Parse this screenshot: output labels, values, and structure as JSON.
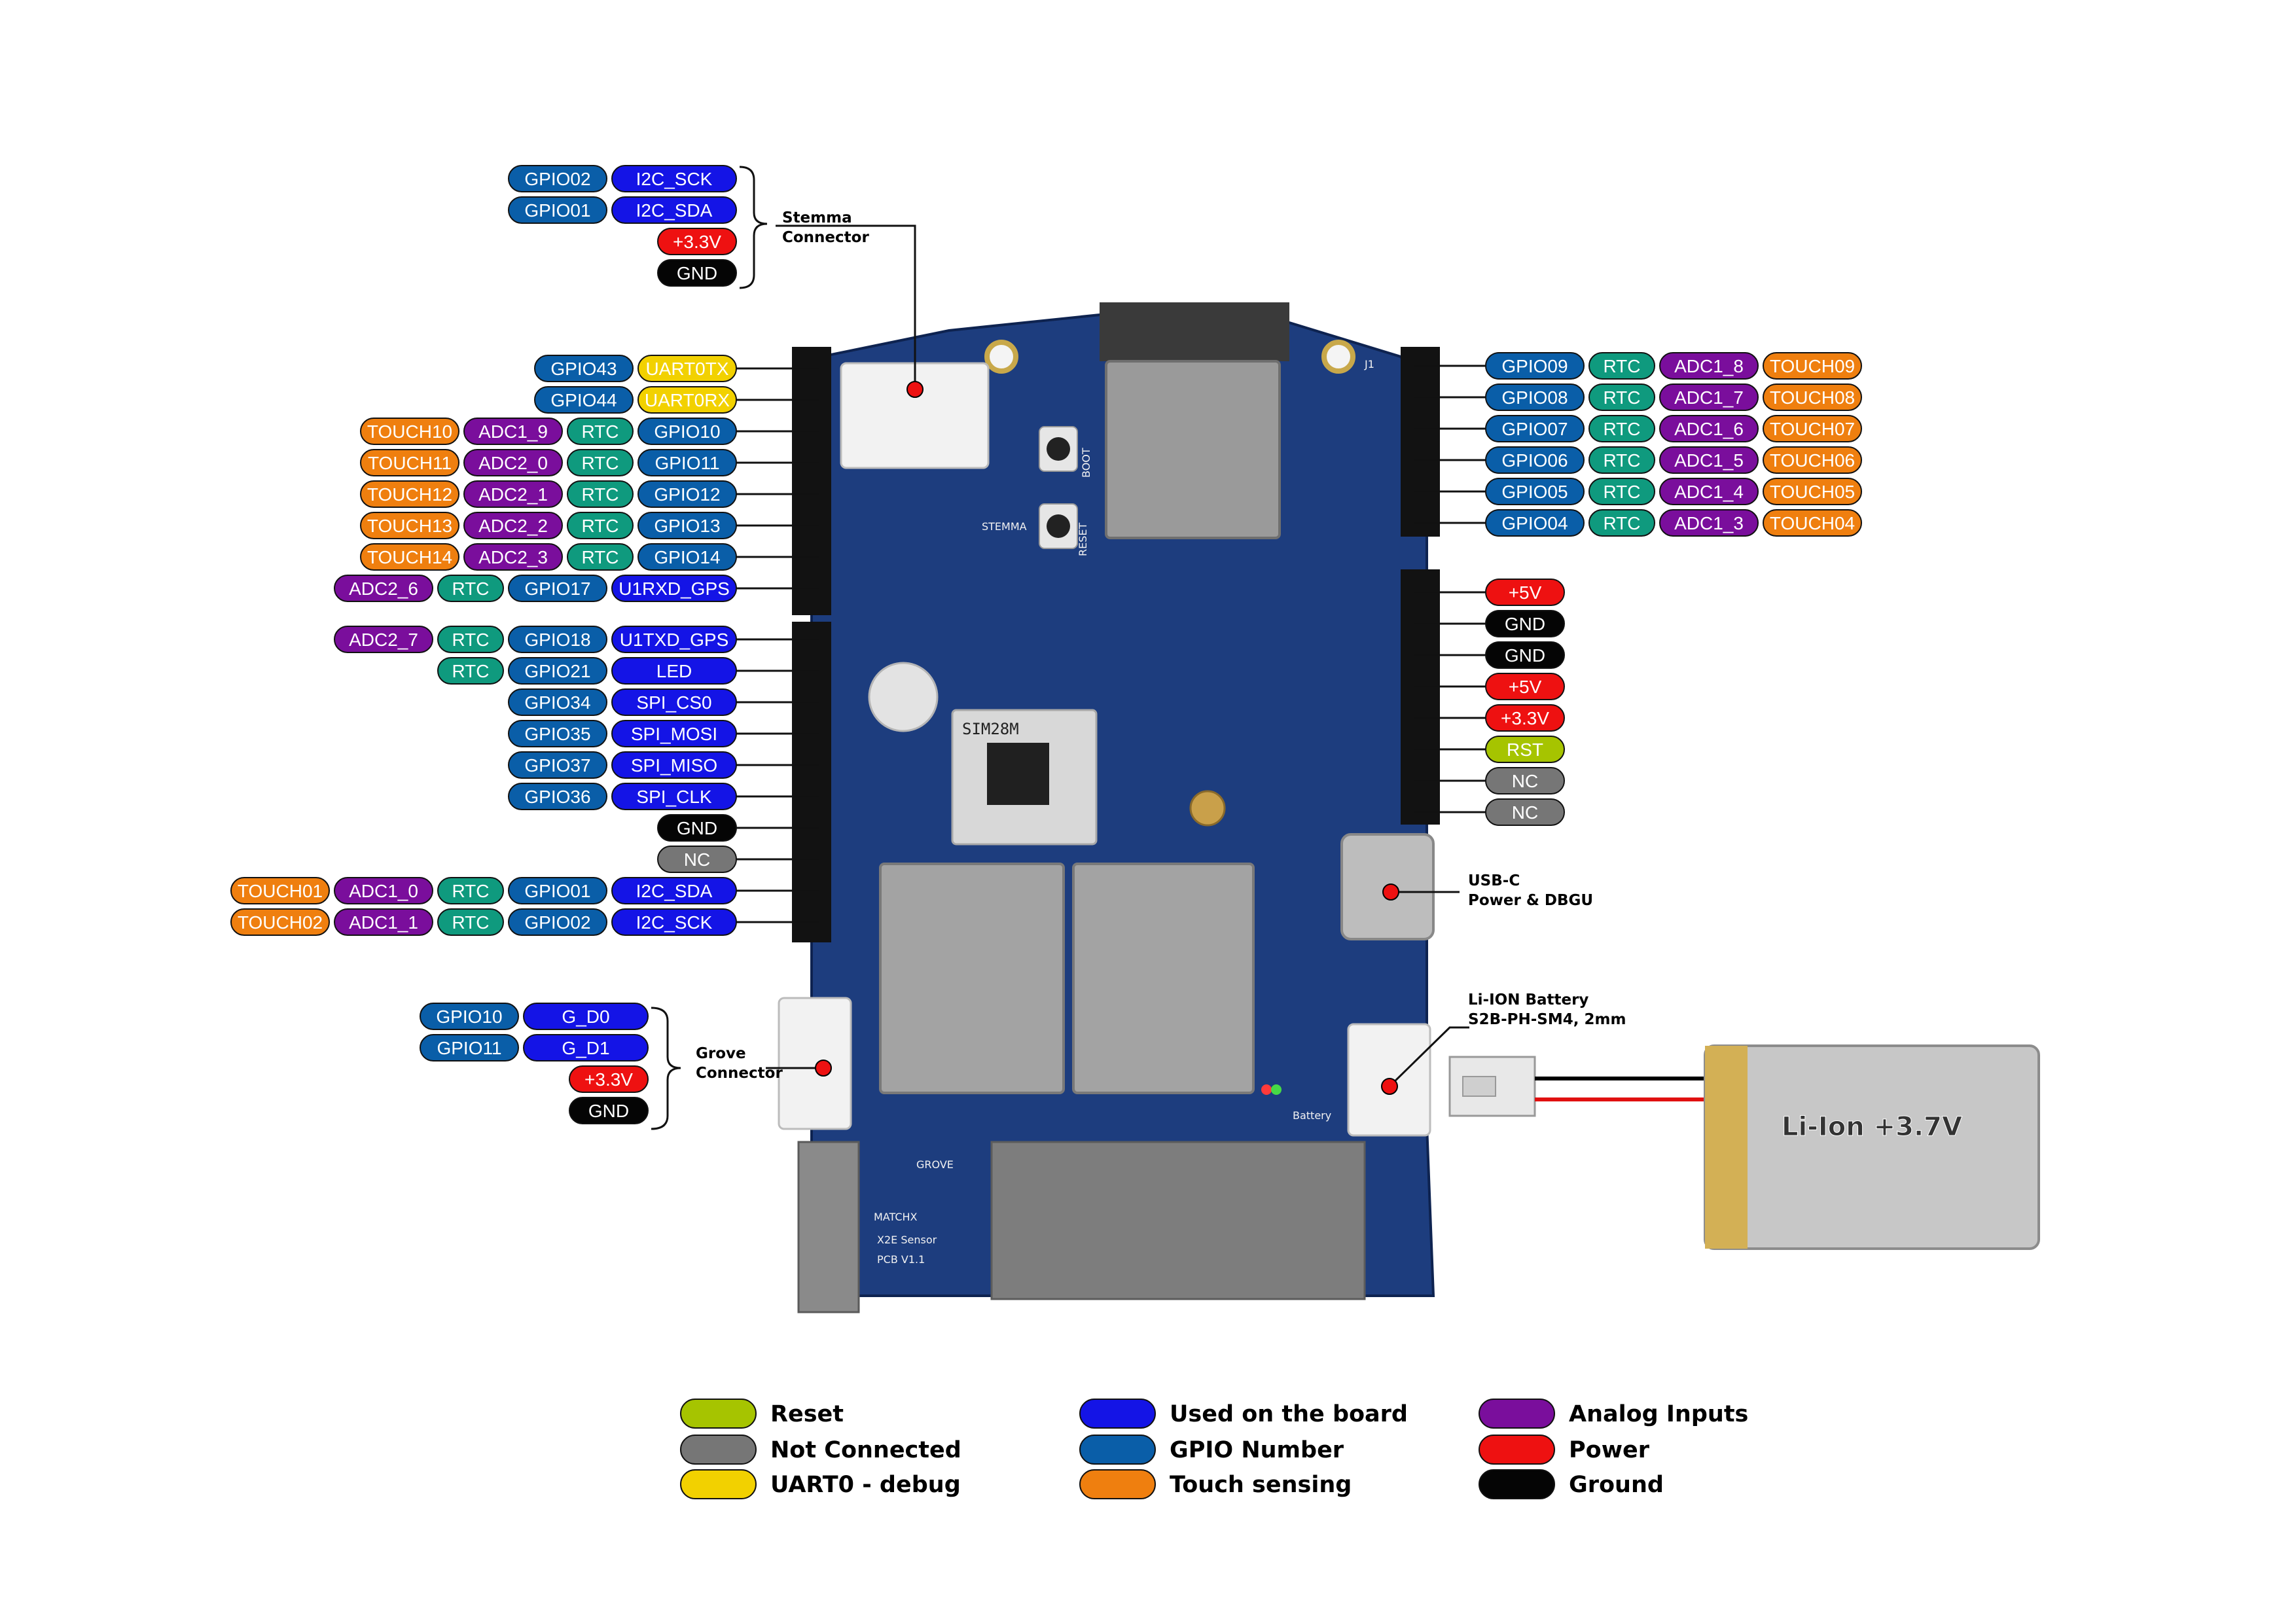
{
  "colors": {
    "blue_used": "#1414e6",
    "gpio": "#0a5ea8",
    "touch": "#ef7f0f",
    "analog": "#7a0e9c",
    "rtc": "#0f9a7e",
    "power": "#ee1111",
    "ground": "#050505",
    "reset": "#a6c400",
    "nc": "#767676",
    "uart": "#f2d100",
    "pcb": "#1d3d7e"
  },
  "left_header": [
    {
      "pills": [
        {
          "text": "GPIO43",
          "kind": "gpio"
        },
        {
          "text": "UART0TX",
          "kind": "uart"
        }
      ]
    },
    {
      "pills": [
        {
          "text": "GPIO44",
          "kind": "gpio"
        },
        {
          "text": "UART0RX",
          "kind": "uart"
        }
      ]
    },
    {
      "pills": [
        {
          "text": "TOUCH10",
          "kind": "touch"
        },
        {
          "text": "ADC1_9",
          "kind": "analog"
        },
        {
          "text": "RTC",
          "kind": "rtc"
        },
        {
          "text": "GPIO10",
          "kind": "gpio"
        }
      ]
    },
    {
      "pills": [
        {
          "text": "TOUCH11",
          "kind": "touch"
        },
        {
          "text": "ADC2_0",
          "kind": "analog"
        },
        {
          "text": "RTC",
          "kind": "rtc"
        },
        {
          "text": "GPIO11",
          "kind": "gpio"
        }
      ]
    },
    {
      "pills": [
        {
          "text": "TOUCH12",
          "kind": "touch"
        },
        {
          "text": "ADC2_1",
          "kind": "analog"
        },
        {
          "text": "RTC",
          "kind": "rtc"
        },
        {
          "text": "GPIO12",
          "kind": "gpio"
        }
      ]
    },
    {
      "pills": [
        {
          "text": "TOUCH13",
          "kind": "touch"
        },
        {
          "text": "ADC2_2",
          "kind": "analog"
        },
        {
          "text": "RTC",
          "kind": "rtc"
        },
        {
          "text": "GPIO13",
          "kind": "gpio"
        }
      ]
    },
    {
      "pills": [
        {
          "text": "TOUCH14",
          "kind": "touch"
        },
        {
          "text": "ADC2_3",
          "kind": "analog"
        },
        {
          "text": "RTC",
          "kind": "rtc"
        },
        {
          "text": "GPIO14",
          "kind": "gpio"
        }
      ]
    },
    {
      "pills": [
        {
          "text": "ADC2_6",
          "kind": "analog"
        },
        {
          "text": "RTC",
          "kind": "rtc"
        },
        {
          "text": "GPIO17",
          "kind": "gpio"
        },
        {
          "text": "U1RXD_GPS",
          "kind": "used"
        }
      ]
    },
    {
      "pills": [
        {
          "text": "ADC2_7",
          "kind": "analog"
        },
        {
          "text": "RTC",
          "kind": "rtc"
        },
        {
          "text": "GPIO18",
          "kind": "gpio"
        },
        {
          "text": "U1TXD_GPS",
          "kind": "used"
        }
      ]
    },
    {
      "pills": [
        {
          "text": "RTC",
          "kind": "rtc"
        },
        {
          "text": "GPIO21",
          "kind": "gpio"
        },
        {
          "text": "LED",
          "kind": "used"
        }
      ]
    },
    {
      "pills": [
        {
          "text": "GPIO34",
          "kind": "gpio"
        },
        {
          "text": "SPI_CS0",
          "kind": "used"
        }
      ]
    },
    {
      "pills": [
        {
          "text": "GPIO35",
          "kind": "gpio"
        },
        {
          "text": "SPI_MOSI",
          "kind": "used"
        }
      ]
    },
    {
      "pills": [
        {
          "text": "GPIO37",
          "kind": "gpio"
        },
        {
          "text": "SPI_MISO",
          "kind": "used"
        }
      ]
    },
    {
      "pills": [
        {
          "text": "GPIO36",
          "kind": "gpio"
        },
        {
          "text": "SPI_CLK",
          "kind": "used"
        }
      ]
    },
    {
      "pills": [
        {
          "text": "GND",
          "kind": "ground"
        }
      ]
    },
    {
      "pills": [
        {
          "text": "NC",
          "kind": "nc"
        }
      ]
    },
    {
      "pills": [
        {
          "text": "TOUCH01",
          "kind": "touch"
        },
        {
          "text": "ADC1_0",
          "kind": "analog"
        },
        {
          "text": "RTC",
          "kind": "rtc"
        },
        {
          "text": "GPIO01",
          "kind": "gpio"
        },
        {
          "text": "I2C_SDA",
          "kind": "used"
        }
      ]
    },
    {
      "pills": [
        {
          "text": "TOUCH02",
          "kind": "touch"
        },
        {
          "text": "ADC1_1",
          "kind": "analog"
        },
        {
          "text": "RTC",
          "kind": "rtc"
        },
        {
          "text": "GPIO02",
          "kind": "gpio"
        },
        {
          "text": "I2C_SCK",
          "kind": "used"
        }
      ]
    }
  ],
  "right_header_top": [
    {
      "pills": [
        {
          "text": "GPIO09",
          "kind": "gpio"
        },
        {
          "text": "RTC",
          "kind": "rtc"
        },
        {
          "text": "ADC1_8",
          "kind": "analog"
        },
        {
          "text": "TOUCH09",
          "kind": "touch"
        }
      ]
    },
    {
      "pills": [
        {
          "text": "GPIO08",
          "kind": "gpio"
        },
        {
          "text": "RTC",
          "kind": "rtc"
        },
        {
          "text": "ADC1_7",
          "kind": "analog"
        },
        {
          "text": "TOUCH08",
          "kind": "touch"
        }
      ]
    },
    {
      "pills": [
        {
          "text": "GPIO07",
          "kind": "gpio"
        },
        {
          "text": "RTC",
          "kind": "rtc"
        },
        {
          "text": "ADC1_6",
          "kind": "analog"
        },
        {
          "text": "TOUCH07",
          "kind": "touch"
        }
      ]
    },
    {
      "pills": [
        {
          "text": "GPIO06",
          "kind": "gpio"
        },
        {
          "text": "RTC",
          "kind": "rtc"
        },
        {
          "text": "ADC1_5",
          "kind": "analog"
        },
        {
          "text": "TOUCH06",
          "kind": "touch"
        }
      ]
    },
    {
      "pills": [
        {
          "text": "GPIO05",
          "kind": "gpio"
        },
        {
          "text": "RTC",
          "kind": "rtc"
        },
        {
          "text": "ADC1_4",
          "kind": "analog"
        },
        {
          "text": "TOUCH05",
          "kind": "touch"
        }
      ]
    },
    {
      "pills": [
        {
          "text": "GPIO04",
          "kind": "gpio"
        },
        {
          "text": "RTC",
          "kind": "rtc"
        },
        {
          "text": "ADC1_3",
          "kind": "analog"
        },
        {
          "text": "TOUCH04",
          "kind": "touch"
        }
      ]
    }
  ],
  "right_header_power": [
    {
      "pills": [
        {
          "text": "+5V",
          "kind": "power"
        }
      ]
    },
    {
      "pills": [
        {
          "text": "GND",
          "kind": "ground"
        }
      ]
    },
    {
      "pills": [
        {
          "text": "GND",
          "kind": "ground"
        }
      ]
    },
    {
      "pills": [
        {
          "text": "+5V",
          "kind": "power"
        }
      ]
    },
    {
      "pills": [
        {
          "text": "+3.3V",
          "kind": "power"
        }
      ]
    },
    {
      "pills": [
        {
          "text": "RST",
          "kind": "reset"
        }
      ]
    },
    {
      "pills": [
        {
          "text": "NC",
          "kind": "nc"
        }
      ]
    },
    {
      "pills": [
        {
          "text": "NC",
          "kind": "nc"
        }
      ]
    }
  ],
  "stemma": {
    "label_line1": "Stemma",
    "label_line2": "Connector",
    "rows": [
      {
        "pills": [
          {
            "text": "GPIO02",
            "kind": "gpio"
          },
          {
            "text": "I2C_SCK",
            "kind": "used"
          }
        ]
      },
      {
        "pills": [
          {
            "text": "GPIO01",
            "kind": "gpio"
          },
          {
            "text": "I2C_SDA",
            "kind": "used"
          }
        ]
      },
      {
        "pills": [
          {
            "text": "+3.3V",
            "kind": "power"
          }
        ]
      },
      {
        "pills": [
          {
            "text": "GND",
            "kind": "ground"
          }
        ]
      }
    ]
  },
  "grove": {
    "label_line1": "Grove",
    "label_line2": "Connector",
    "rows": [
      {
        "pills": [
          {
            "text": "GPIO10",
            "kind": "gpio"
          },
          {
            "text": "G_D0",
            "kind": "used"
          }
        ]
      },
      {
        "pills": [
          {
            "text": "GPIO11",
            "kind": "gpio"
          },
          {
            "text": "G_D1",
            "kind": "used"
          }
        ]
      },
      {
        "pills": [
          {
            "text": "+3.3V",
            "kind": "power"
          }
        ]
      },
      {
        "pills": [
          {
            "text": "GND",
            "kind": "ground"
          }
        ]
      }
    ]
  },
  "usb": {
    "label_line1": "USB-C",
    "label_line2": "Power & DBGU"
  },
  "battery_connector": {
    "label_line1": "Li-ION Battery",
    "label_line2": "S2B-PH-SM4, 2mm"
  },
  "battery": {
    "label": "Li-Ion +3.7V"
  },
  "board_silkscreen": {
    "gps_module": "SIM28M",
    "brand": "MATCHX",
    "board_name": "X2E Sensor",
    "pcb_version": "PCB V1.1",
    "stemma_silk": "STEMMA",
    "grove_silk": "GROVE",
    "boot": "BOOT",
    "reset": "RESET",
    "j1": "J1",
    "battery_silk": "Battery"
  },
  "legend": [
    {
      "label": "Reset",
      "kind": "reset"
    },
    {
      "label": "Not Connected",
      "kind": "nc"
    },
    {
      "label": "UART0 - debug",
      "kind": "uart"
    },
    {
      "label": "Used on the board",
      "kind": "used"
    },
    {
      "label": "GPIO Number",
      "kind": "gpio"
    },
    {
      "label": "Touch sensing",
      "kind": "touch"
    },
    {
      "label": "Analog Inputs",
      "kind": "analog"
    },
    {
      "label": "Power",
      "kind": "power"
    },
    {
      "label": "Ground",
      "kind": "ground"
    }
  ]
}
